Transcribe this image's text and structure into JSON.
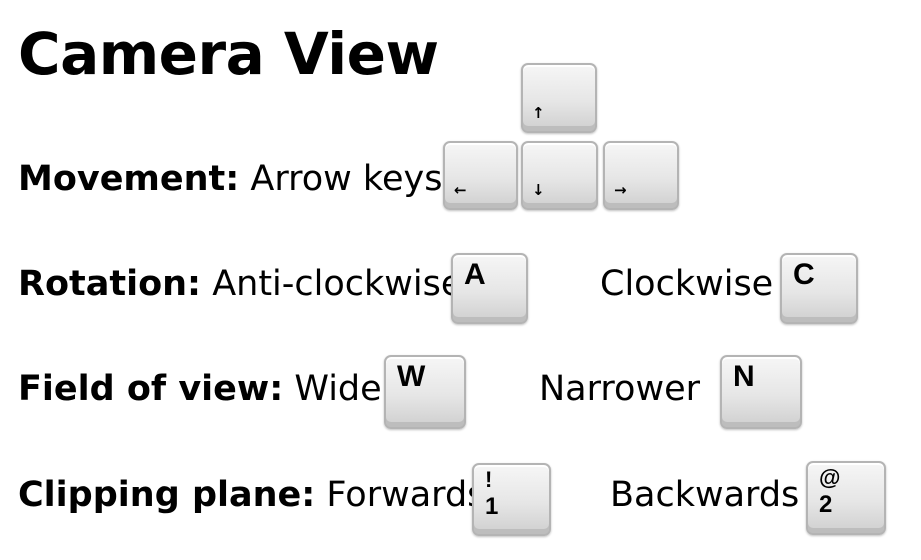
{
  "title": "Camera View",
  "movement": {
    "label": "Movement:",
    "text": "Arrow keys",
    "keys": {
      "up": "↑",
      "left": "←",
      "down": "↓",
      "right": "→"
    }
  },
  "rotation": {
    "label": "Rotation:",
    "text": "Anti-clockwise",
    "key_a": "A",
    "alt_text": "Clockwise",
    "key_c": "C"
  },
  "field_of_view": {
    "label": "Field of view:",
    "text": "Wider",
    "key_w": "W",
    "alt_text": "Narrower",
    "key_n": "N"
  },
  "clipping_plane": {
    "label": "Clipping plane:",
    "text": "Forwards",
    "key_1_top": "!",
    "key_1_bottom": "1",
    "alt_text": "Backwards",
    "key_2_top": "@",
    "key_2_bottom": "2"
  }
}
